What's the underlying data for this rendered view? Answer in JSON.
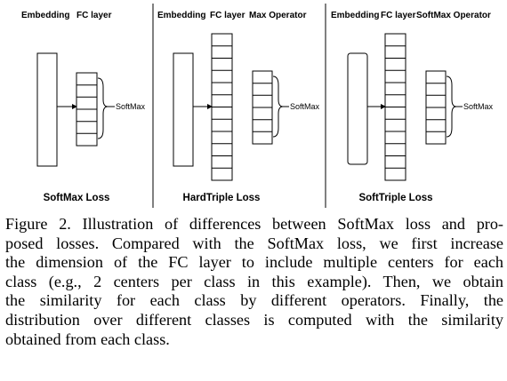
{
  "figure": {
    "panels": [
      {
        "headers": [
          "Embedding",
          "FC layer"
        ],
        "output_label": "SoftMax",
        "title": "SoftMax Loss"
      },
      {
        "headers": [
          "Embedding",
          "FC layer",
          "Max Operator"
        ],
        "output_label": "SoftMax",
        "title": "HardTriple Loss"
      },
      {
        "headers": [
          "Embedding",
          "FC layer",
          "SoftMax Operator"
        ],
        "output_label": "SoftMax",
        "title": "SoftTriple Loss"
      }
    ]
  },
  "caption": {
    "lines": [
      "Figure 2. Illustration of differences between SoftMax loss and pro-",
      "posed losses.  Compared with the SoftMax loss, we first increase",
      "the dimension of the FC layer to include multiple centers for each",
      "class (e.g., 2 centers per class in this example).  Then, we obtain",
      "the similarity for each class by different operators.  Finally, the",
      "distribution over different classes is computed with the similarity",
      "obtained from each class."
    ]
  }
}
